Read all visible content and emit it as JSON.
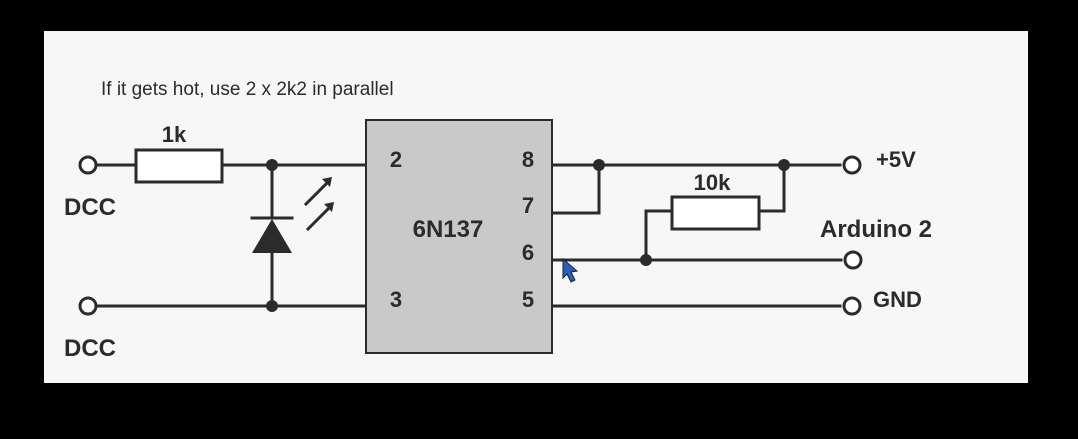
{
  "note": "If it gets hot, use 2 x 2k2 in parallel",
  "ic": {
    "name": "6N137",
    "pins": {
      "p2": "2",
      "p3": "3",
      "p8": "8",
      "p7": "7",
      "p6": "6",
      "p5": "5"
    }
  },
  "components": {
    "input_resistor": "1k",
    "pullup_resistor": "10k"
  },
  "terminals": {
    "dcc_top": "DCC",
    "dcc_bottom": "DCC",
    "vcc": "+5V",
    "arduino": "Arduino 2",
    "gnd": "GND"
  },
  "colors": {
    "background": "#f7f7f7",
    "ic_fill": "#c9c9c9",
    "line": "#2b2b2b"
  }
}
